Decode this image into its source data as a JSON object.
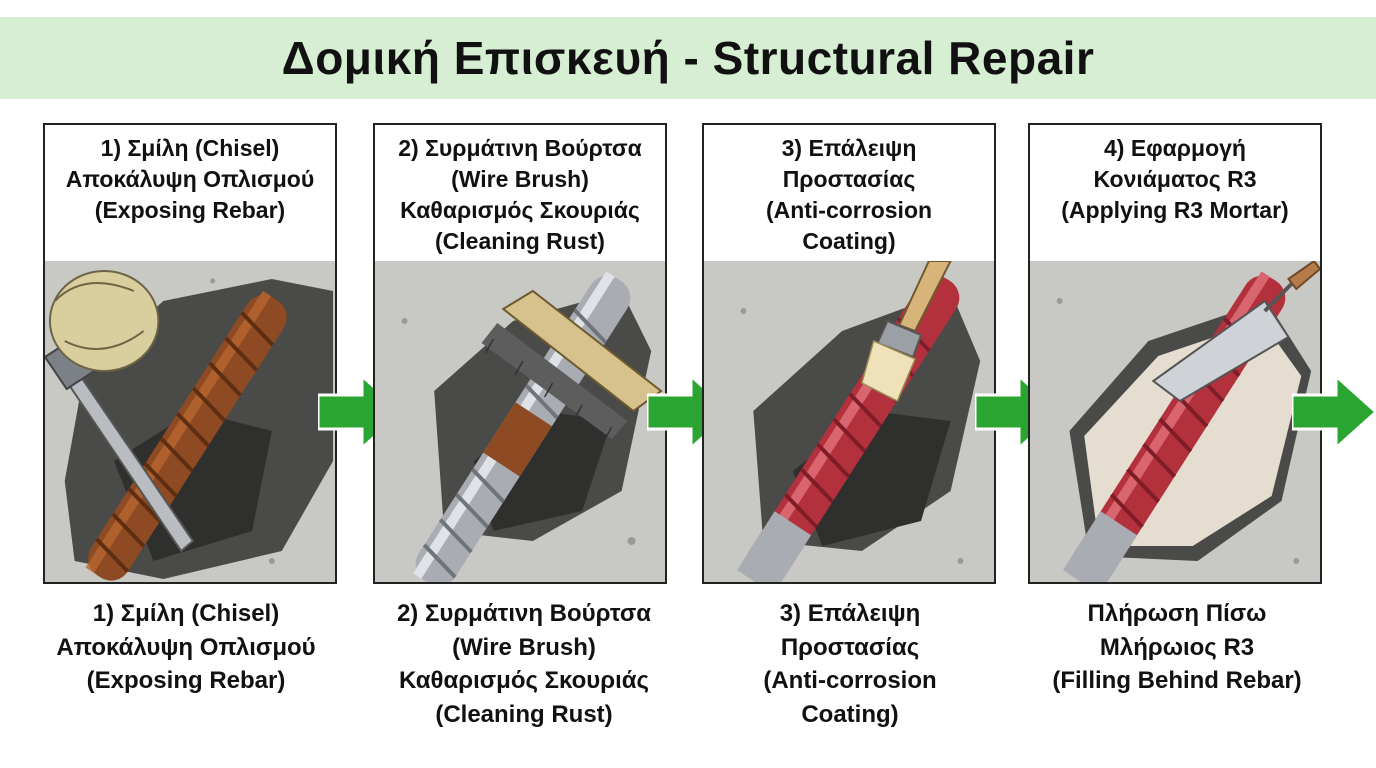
{
  "title": "Δομική Επισκευή - Structural Repair",
  "steps": [
    {
      "panel_lines": [
        "1) Σμίλη (Chisel)",
        "Αποκάλυψη Οπλισμού",
        "(Exposing Rebar)"
      ],
      "bottom_lines": [
        "1) Σμίλη (Chisel)",
        "Αποκάλυψη Οπλισμού",
        "(Exposing Rebar)"
      ],
      "tool_icon": "chisel-icon"
    },
    {
      "panel_lines": [
        "2) Συρμάτινη Βούρτσα",
        "(Wire Brush)",
        "Καθαρισμός Σκουριάς",
        "(Cleaning Rust)"
      ],
      "bottom_lines": [
        "2) Συρμάτινη Βούρτσα",
        "(Wire Brush)",
        "Καθαρισμός Σκουριάς",
        "(Cleaning Rust)"
      ],
      "tool_icon": "wire-brush-icon"
    },
    {
      "panel_lines": [
        "3) Επάλειψη",
        "Προστασίας",
        "(Anti-corrosion",
        "Coating)"
      ],
      "bottom_lines": [
        "3) Επάλειψη",
        "Προστασίας",
        "(Anti-corrosion",
        "Coating)"
      ],
      "tool_icon": "paint-brush-icon"
    },
    {
      "panel_lines": [
        "4) Εφαρμογή",
        "Κονιάματος R3",
        "(Applying R3 Mortar)"
      ],
      "bottom_lines": [
        "Πλήρωση Πίσω",
        "Μλήρωιος R3",
        "(Filling Behind Rebar)"
      ],
      "tool_icon": "trowel-icon"
    }
  ],
  "colors": {
    "title_background": "#d6efd2",
    "arrow": "#2aa532",
    "concrete": "#c8c8c4",
    "rust": "#8e4a22",
    "steel": "#a9adb3",
    "coating_red": "#b3313d",
    "mortar": "#e4ddd0"
  }
}
